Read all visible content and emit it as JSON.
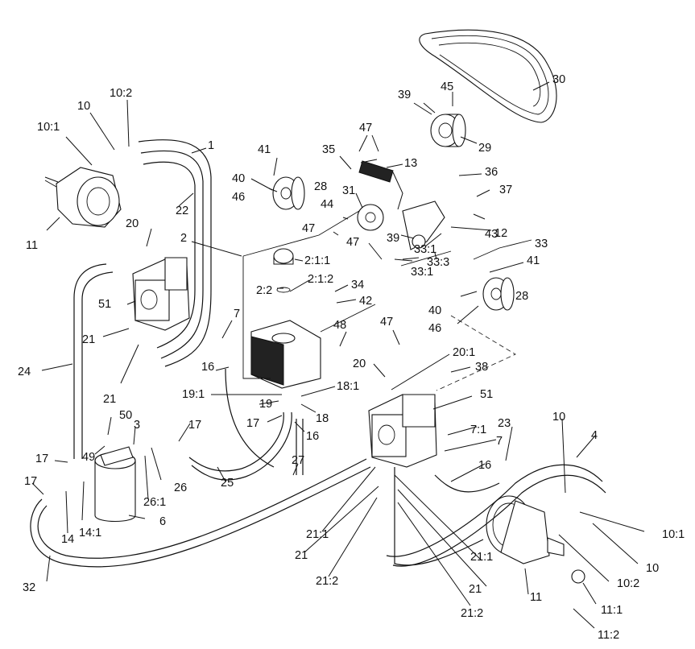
{
  "labels": [
    "30",
    "45",
    "39",
    "29",
    "10:2",
    "10",
    "10:1",
    "1",
    "47",
    "13",
    "35",
    "41",
    "28",
    "40",
    "46",
    "36",
    "22",
    "11",
    "37",
    "31",
    "43",
    "44",
    "39",
    "12",
    "20",
    "2",
    "47",
    "47",
    "33:1",
    "33",
    "33:3",
    "33:1",
    "41",
    "2:1:1",
    "2:2",
    "2:1:2",
    "34",
    "42",
    "51",
    "28",
    "40",
    "46",
    "7",
    "21",
    "48",
    "47",
    "24",
    "21",
    "20",
    "20:1",
    "38",
    "16",
    "19:1",
    "18:1",
    "51",
    "19",
    "18",
    "17",
    "16",
    "50",
    "3",
    "17",
    "10",
    "4",
    "7:1",
    "23",
    "7",
    "49",
    "17",
    "26",
    "27",
    "16",
    "17",
    "14:1",
    "26:1",
    "25",
    "6",
    "14",
    "10:1",
    "21:1",
    "21",
    "10",
    "32",
    "21:1",
    "10:2",
    "21:2",
    "21",
    "11:1",
    "11",
    "21:2",
    "11:2"
  ]
}
